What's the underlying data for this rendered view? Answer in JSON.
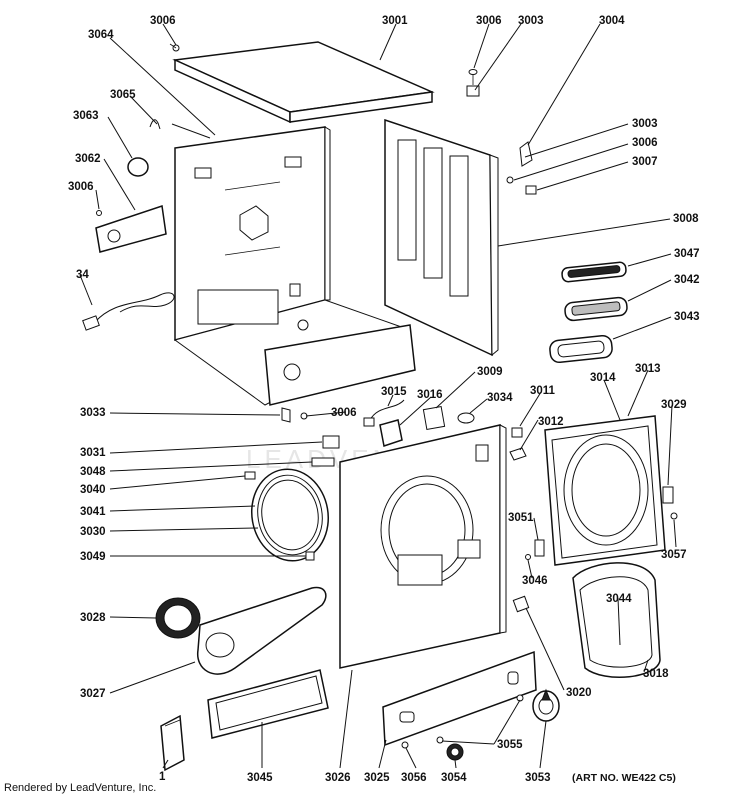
{
  "labels": {
    "l3006a": "3006",
    "l3001": "3001",
    "l3006b": "3006",
    "l3003a": "3003",
    "l3004": "3004",
    "l3064": "3064",
    "l3065": "3065",
    "l3063": "3063",
    "l3062": "3062",
    "l3006c": "3006",
    "l3003b": "3003",
    "l3006d": "3006",
    "l3007": "3007",
    "l3008": "3008",
    "l34": "34",
    "l3047": "3047",
    "l3042": "3042",
    "l3043": "3043",
    "l3009": "3009",
    "l3015": "3015",
    "l3016": "3016",
    "l3034": "3034",
    "l3011": "3011",
    "l3014": "3014",
    "l3013": "3013",
    "l3033": "3033",
    "l3006e": "3006",
    "l3012": "3012",
    "l3029": "3029",
    "l3031": "3031",
    "l3048": "3048",
    "l3040": "3040",
    "l3041": "3041",
    "l3030": "3030",
    "l3051": "3051",
    "l3057": "3057",
    "l3049": "3049",
    "l3046": "3046",
    "l3044": "3044",
    "l3028": "3028",
    "l3027": "3027",
    "l3020": "3020",
    "l3018": "3018",
    "l3055": "3055",
    "l1": "1",
    "l3045": "3045",
    "l3026": "3026",
    "l3025": "3025",
    "l3056": "3056",
    "l3054": "3054",
    "l3053": "3053"
  },
  "footer": {
    "rendered_by": "Rendered by LeadVenture, Inc.",
    "art_no": "(ART NO. WE422 C5)"
  },
  "watermark": "LEADVENTURE"
}
